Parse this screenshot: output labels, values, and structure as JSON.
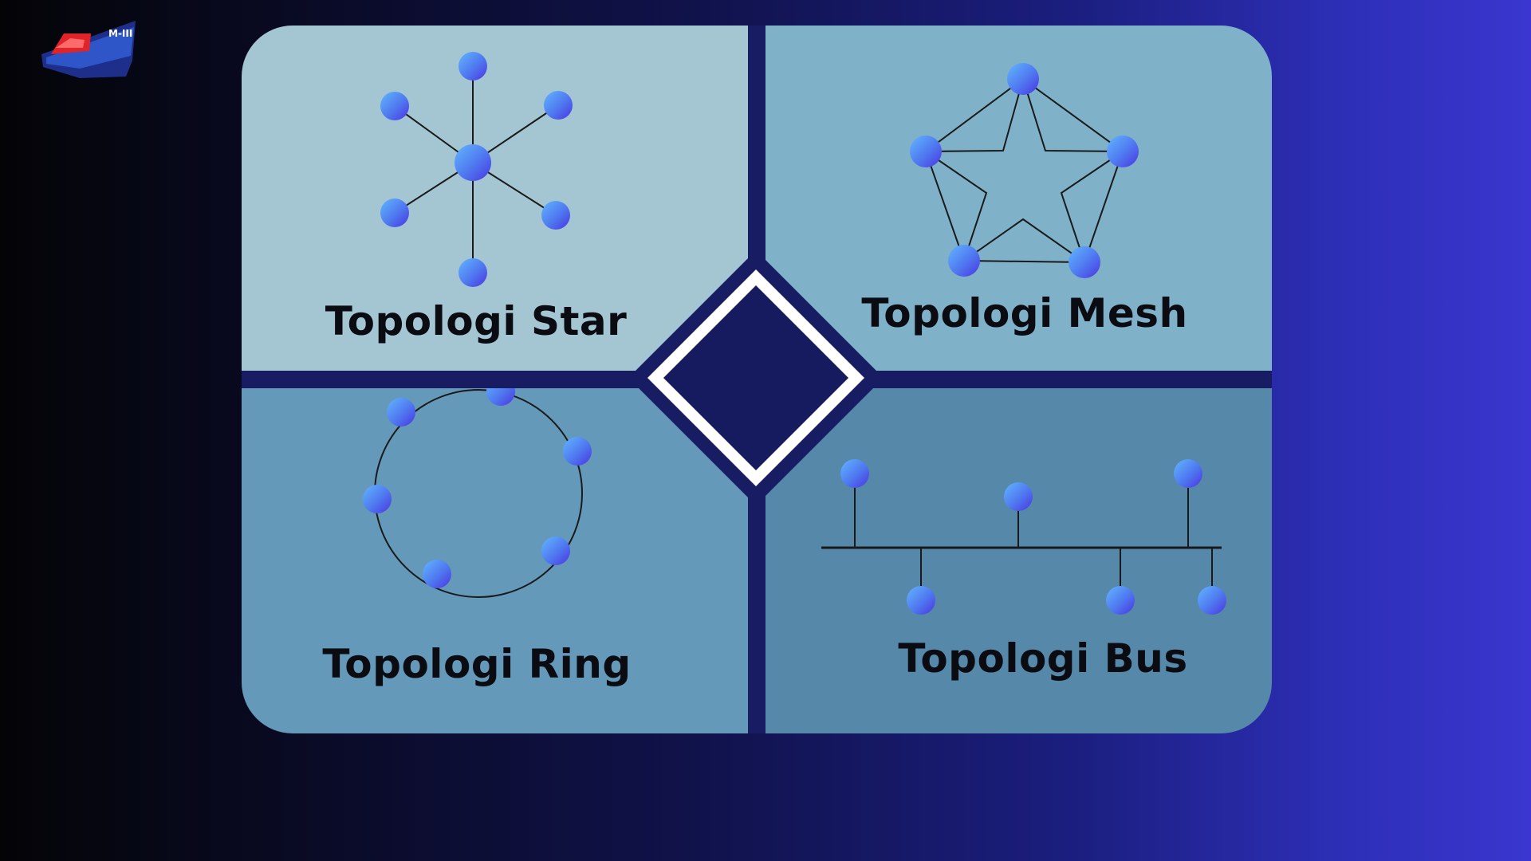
{
  "logo": {
    "text": "M-III",
    "icon": "ship-logo-icon"
  },
  "topologies": {
    "star": {
      "title": "Topologi Star"
    },
    "mesh": {
      "title": "Topologi Mesh"
    },
    "ring": {
      "title": "Topologi Ring"
    },
    "bus": {
      "title": "Topologi Bus"
    }
  },
  "colors": {
    "background_left": "#040407",
    "background_right": "#3a36cf",
    "divider": "#181c63",
    "node_light": "#5fa8ff",
    "node_dark": "#4a3be6",
    "star_panel": "#a4c5d2",
    "mesh_panel": "#7fb1c8",
    "ring_panel": "#6499b9",
    "bus_panel": "#5688aa"
  }
}
